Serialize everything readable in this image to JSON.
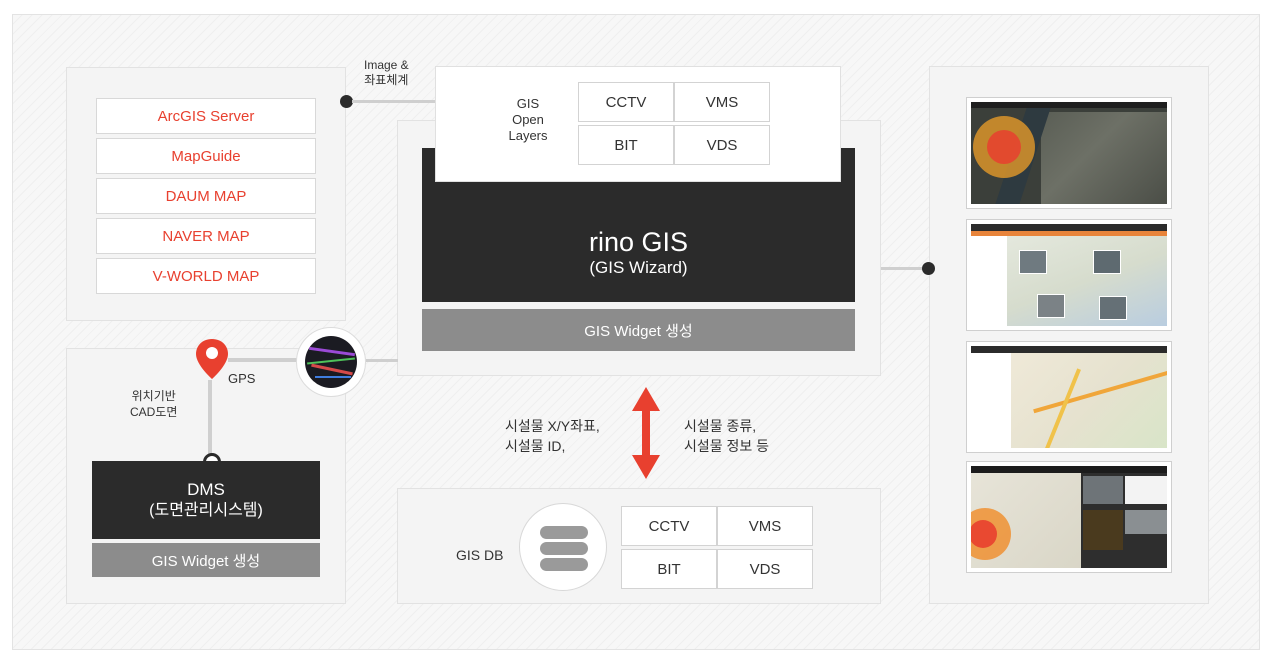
{
  "map_sources": [
    "ArcGIS Server",
    "MapGuide",
    "DAUM MAP",
    "NAVER MAP",
    "V-WORLD MAP"
  ],
  "connector_top_label": [
    "Image &",
    "좌표체계"
  ],
  "open_layers": {
    "label": [
      "GIS",
      "Open",
      "Layers"
    ],
    "cells": [
      "CCTV",
      "VMS",
      "BIT",
      "VDS"
    ]
  },
  "core": {
    "title": "rino GIS",
    "subtitle": "(GIS Wizard)",
    "widget_label": "GIS Widget 생성"
  },
  "gps": {
    "label": "GPS",
    "side_label": [
      "위치기반",
      "CAD도면"
    ]
  },
  "dms": {
    "title": "DMS",
    "subtitle": "(도면관리시스템)",
    "widget_label": "GIS Widget 생성"
  },
  "arrow_labels": {
    "left": [
      "시설물 X/Y좌표,",
      "시설물 ID,"
    ],
    "right": [
      "시설물 종류,",
      "시설물 정보 등"
    ]
  },
  "gis_db": {
    "label": "GIS DB",
    "cells": [
      "CCTV",
      "VMS",
      "BIT",
      "VDS"
    ]
  },
  "colors": {
    "accent_red": "#e8402f",
    "dark": "#2b2b2b",
    "gray": "#8c8c8c"
  }
}
